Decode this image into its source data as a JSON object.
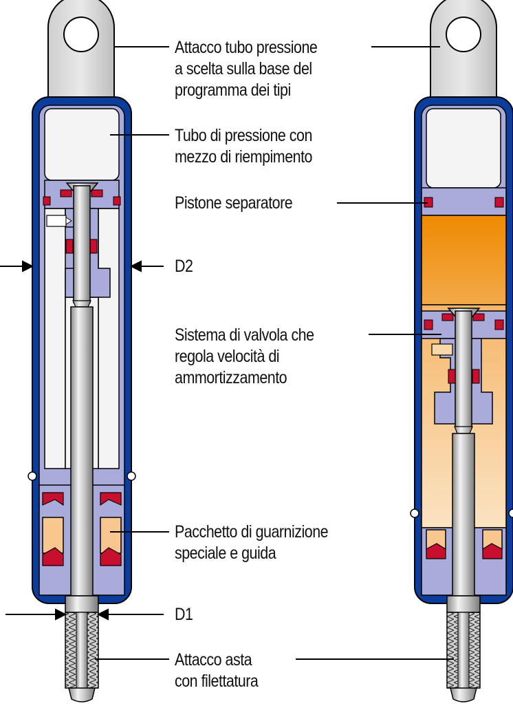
{
  "colors": {
    "outer_tube": "#0a3d9c",
    "inner_fill": "#a9acdb",
    "pressure_tube": "#f4f4f4",
    "oil_top": "#f0900b",
    "oil_bottom": "#f8d8a8",
    "seal_red": "#c8102e",
    "guide_orange": "#f7c78f",
    "rod_steel": "#bfbfbf",
    "line": "#000000"
  },
  "labels": {
    "attacco_tubo": [
      "Attacco tubo pressione",
      "a scelta sulla base del",
      "programma dei tipi"
    ],
    "tubo_pressione": [
      "Tubo di pressione con",
      "mezzo di riempimento"
    ],
    "pistone": [
      "Pistone separatore"
    ],
    "d2": [
      "D2"
    ],
    "sistema_valvola": [
      "Sistema di valvola che",
      "regola velocità di",
      "ammortizzamento"
    ],
    "pacchetto": [
      "Pacchetto di guarnizione",
      "speciale e guida"
    ],
    "d1": [
      "D1"
    ],
    "attacco_asta": [
      "Attacco asta",
      "con filettatura"
    ]
  }
}
